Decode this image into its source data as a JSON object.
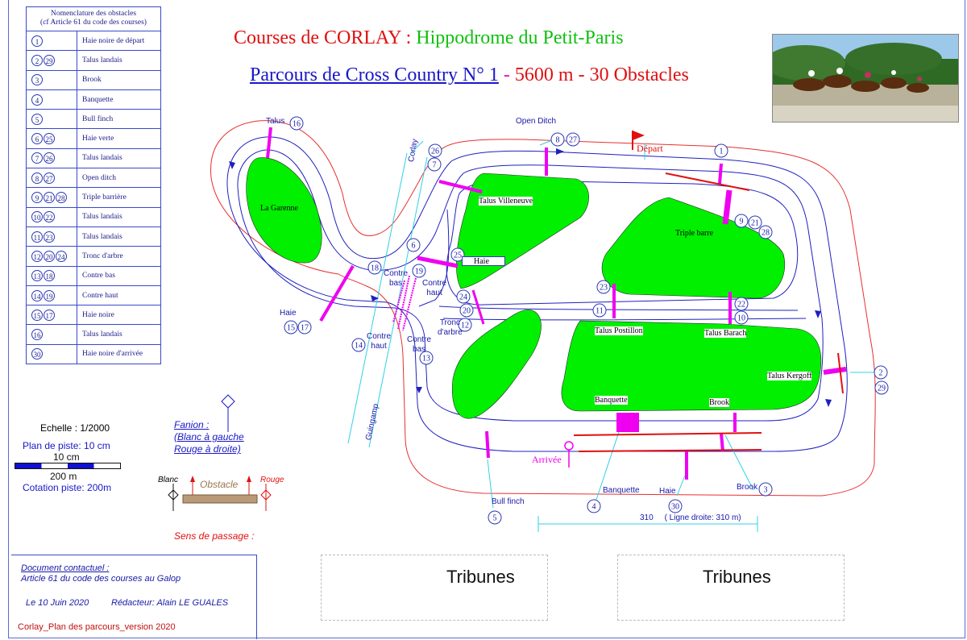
{
  "legend": {
    "title_line1": "Nomenclature des obstacles",
    "title_line2": "(cf Article 61 du code des courses)",
    "rows": [
      {
        "nums": [
          "1"
        ],
        "name": "Haie noire de départ"
      },
      {
        "nums": [
          "2",
          "29"
        ],
        "name": "Talus landais"
      },
      {
        "nums": [
          "3"
        ],
        "name": "Brook"
      },
      {
        "nums": [
          "4"
        ],
        "name": "Banquette"
      },
      {
        "nums": [
          "5"
        ],
        "name": "Bull finch"
      },
      {
        "nums": [
          "6",
          "25"
        ],
        "name": "Haie verte"
      },
      {
        "nums": [
          "7",
          "26"
        ],
        "name": "Talus landais"
      },
      {
        "nums": [
          "8",
          "27"
        ],
        "name": "Open ditch"
      },
      {
        "nums": [
          "9",
          "21",
          "28"
        ],
        "name": "Triple barrière"
      },
      {
        "nums": [
          "10",
          "22"
        ],
        "name": "Talus landais"
      },
      {
        "nums": [
          "11",
          "23"
        ],
        "name": "Talus landais"
      },
      {
        "nums": [
          "12",
          "20",
          "24"
        ],
        "name": "Tronc d'arbre"
      },
      {
        "nums": [
          "13",
          "18"
        ],
        "name": "Contre bas"
      },
      {
        "nums": [
          "14",
          "19"
        ],
        "name": "Contre haut"
      },
      {
        "nums": [
          "15",
          "17"
        ],
        "name": "Haie noire"
      },
      {
        "nums": [
          "16"
        ],
        "name": "Talus landais"
      },
      {
        "nums": [
          "30"
        ],
        "name": "Haie noire d'arrivée"
      }
    ]
  },
  "header": {
    "title_red": "Courses de CORLAY :",
    "title_green": "Hippodrome du Petit-Paris",
    "subtitle_blue": "Parcours de Cross Country  N° 1",
    "subtitle_dash": " - ",
    "subtitle_red": " 5600 m - 30 Obstacles"
  },
  "map_labels": {
    "la_garenne": "La Garenne",
    "talus_villeneuve": "Talus Villeneuve",
    "triple_barre": "Triple barre",
    "haie_box": "Haie",
    "talus_postillon": "Talus Postillon",
    "talus_barach": "Talus Barach",
    "talus_kergoff": "Talus Kergoff",
    "banquette_in": "Banquette",
    "brook_in": "Brook",
    "talus": "Talus",
    "open_ditch": "Open Ditch",
    "depart": "Départ",
    "arrivee": "Arrivée",
    "corlay": "Corlay",
    "guingamp": "Guingamp",
    "haie_out": "Haie",
    "contre_bas_1": "Contre",
    "contre_bas_1b": "bas",
    "contre_haut_1": "Contre",
    "contre_haut_1b": "haut",
    "contre_haut_2": "Contre",
    "contre_haut_2b": "haut",
    "contre_bas_2": "Contre",
    "contre_bas_2b": "bas",
    "tronc_1": "Tronc",
    "tronc_2": "d'arbre",
    "bull_finch": "Bull finch",
    "banquette_out": "Banquette",
    "haie_arr": "Haie",
    "brook_out": "Brook",
    "ligne_droite": "310     ( Ligne droite: 310 m)"
  },
  "scale": {
    "echelle_label": "Echelle :",
    "echelle_value": "1/2000",
    "plan": "Plan de piste: 10 cm",
    "cm": "10 cm",
    "m": "200 m",
    "cotation": "Cotation piste: 200m"
  },
  "fanion": {
    "line1": "Fanion :",
    "line2": "(Blanc à gauche",
    "line3": "Rouge à droite)",
    "blanc": "Blanc",
    "rouge": "Rouge",
    "obstacle": "Obstacle",
    "sens": "Sens de passage :"
  },
  "doc": {
    "line1": "Document contactuel :",
    "line2": "Article 61 du code des courses au Galop",
    "date": "Le 10 Juin 2020",
    "redacteur": "Rédacteur: Alain LE GUALES",
    "file": "Corlay_Plan des parcours_version 2020"
  },
  "stands": {
    "left": "Tribunes",
    "right": "Tribunes"
  },
  "colors": {
    "grass": "#00f000",
    "track": "#2020c0",
    "fence": "#e83030",
    "obstacle": "#f000f0",
    "road": "#30d0e8"
  }
}
